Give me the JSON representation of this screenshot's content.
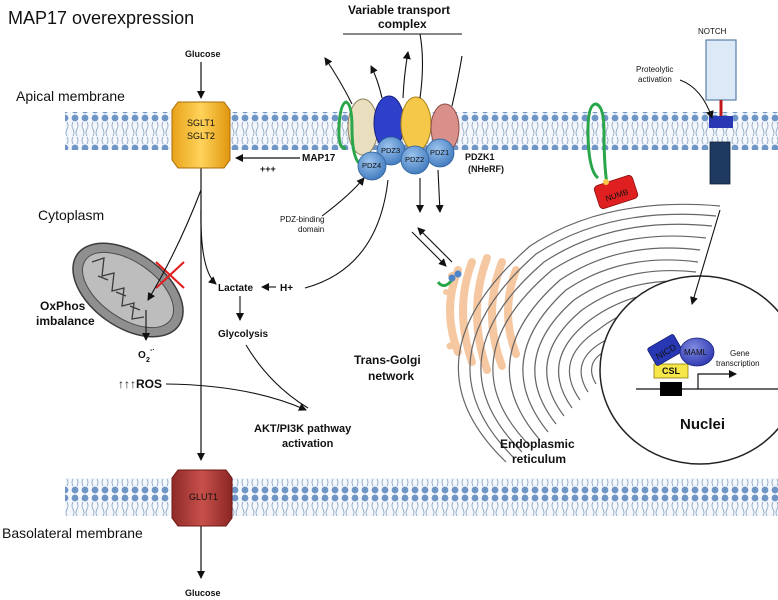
{
  "title": "MAP17 overexpression",
  "regions": {
    "apical": "Apical membrane",
    "cytoplasm": "Cytoplasm",
    "basolateral": "Basolateral membrane",
    "nuclei": "Nuclei"
  },
  "transporters": {
    "sglt_line1": "SGLT1",
    "sglt_line2": "SGLT2",
    "glut1": "GLUT1",
    "glucose_top": "Glucose",
    "glucose_bottom": "Glucose"
  },
  "complex": {
    "header_line1": "Variable transport",
    "header_line2": "complex",
    "pdz4": "PDZ4",
    "pdz3": "PDZ3",
    "pdz2": "PDZ2",
    "pdz1": "PDZ1",
    "pdzk1_line1": "PDZK1",
    "pdzk1_line2": "(NHeRF)",
    "binding_line1": "PDZ-binding",
    "binding_line2": "domain"
  },
  "map17": {
    "label": "MAP17",
    "plus": "+++"
  },
  "metabolism": {
    "lactate": "Lactate",
    "hplus": "H+",
    "glycolysis": "Glycolysis",
    "oxphos_line1": "OxPhos",
    "oxphos_line2": "imbalance",
    "superoxide": "O",
    "superoxide_sub": "2",
    "superoxide_sup": "-·",
    "ros": "↑↑↑ROS",
    "akt_line1": "AKT/PI3K pathway",
    "akt_line2": "activation"
  },
  "organelles": {
    "golgi_line1": "Trans-Golgi",
    "golgi_line2": "network",
    "er_line1": "Endoplasmic",
    "er_line2": "reticulum"
  },
  "notch": {
    "notch": "NOTCH",
    "proteolytic_line1": "Proteolytic",
    "proteolytic_line2": "activation",
    "numb": "NUMB",
    "nicd": "NICD",
    "maml": "MAML",
    "csl": "CSL",
    "gene_line1": "Gene",
    "gene_line2": "transcription"
  },
  "colors": {
    "membrane_blue": "#6f95c7",
    "sglt": "#f2b21e",
    "glut": "#b03a38",
    "pdz": "#4a86c9",
    "numb": "#e02020",
    "golgi": "#f6c8a2",
    "inhibit": "#e02020"
  }
}
